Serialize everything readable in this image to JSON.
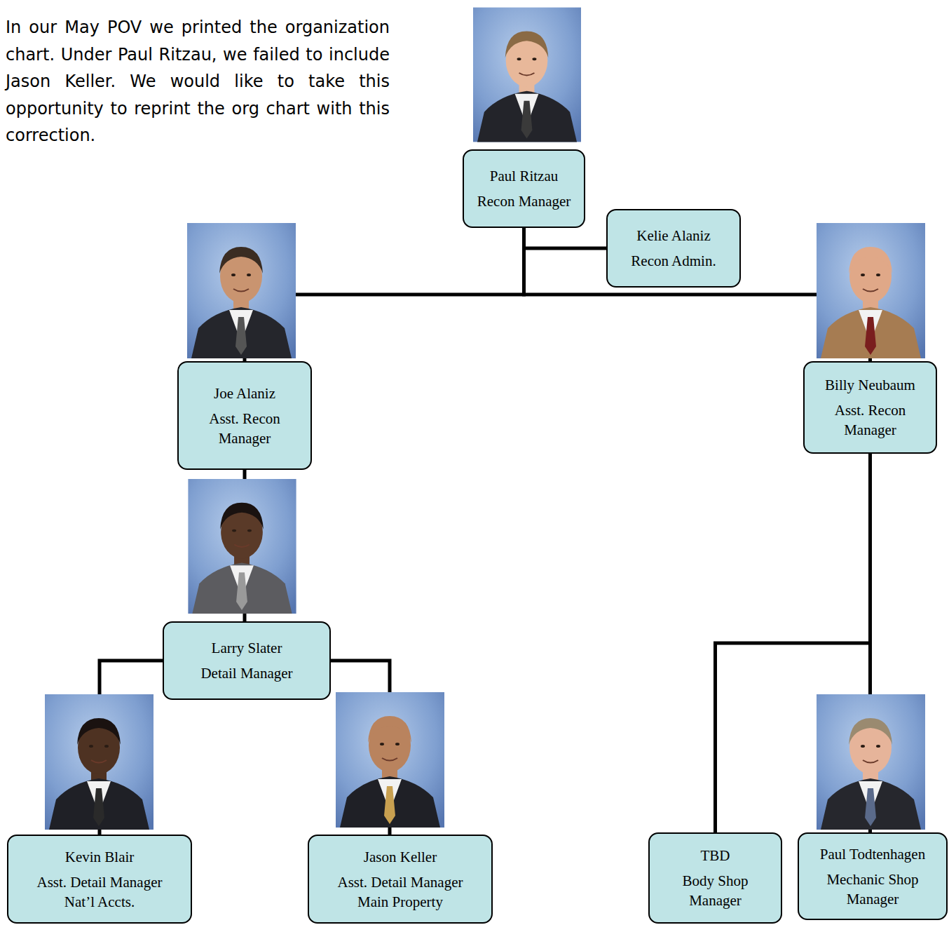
{
  "diagram": {
    "nodes": [
      {
        "text": [
          "Paul Ritzau",
          "Recon Manager"
        ]
      },
      {
        "text": [
          "Kelie Alaniz",
          "Recon Admin."
        ]
      },
      {
        "text": [
          "Joe Alaniz",
          "Asst. Recon Manager"
        ]
      },
      {
        "text": [
          "Billy Neubaum",
          "Asst. Recon Manager"
        ]
      },
      {
        "text": [
          "Larry Slater",
          "Detail Manager"
        ]
      },
      {
        "text": [
          "Kevin Blair",
          "Asst. Detail Manager Nat’l Accts."
        ]
      },
      {
        "text": [
          "Jason Keller",
          "Asst. Detail Manager Main Property"
        ]
      },
      {
        "text": [
          "TBD",
          "Body Shop Manager"
        ]
      },
      {
        "text": [
          "Paul Todtenhagen",
          "Mechanic Shop Manager"
        ]
      }
    ],
    "edges": [
      {
        "from": 0,
        "to": 1,
        "arrow": "none"
      },
      {
        "from": 0,
        "to": 2,
        "arrow": "none"
      },
      {
        "from": 0,
        "to": 3,
        "arrow": "none"
      },
      {
        "from": 2,
        "to": 4,
        "arrow": "none"
      },
      {
        "from": 3,
        "to": 7,
        "arrow": "none"
      },
      {
        "from": 3,
        "to": 8,
        "arrow": "none"
      },
      {
        "from": 4,
        "to": 5,
        "arrow": "none"
      },
      {
        "from": 4,
        "to": 6,
        "arrow": "none"
      }
    ],
    "labels": [
      "In our May POV we printed the organization chart. Under Paul Ritzau, we failed to include Jason Keller. We would like to take this opportunity to reprint the org chart with this correction."
    ]
  }
}
